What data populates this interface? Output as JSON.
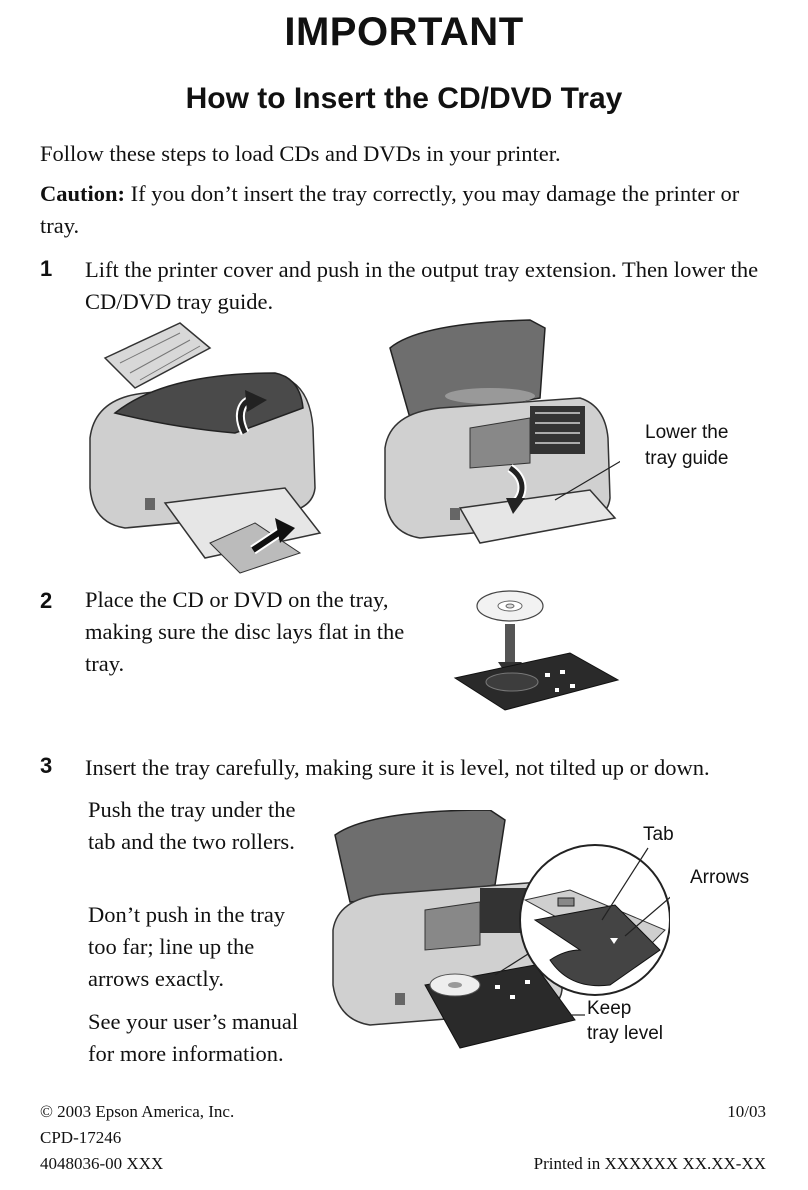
{
  "header": {
    "title": "IMPORTANT",
    "subtitle": "How to Insert the CD/DVD Tray"
  },
  "intro": "Follow these steps to load CDs and DVDs in your printer.",
  "caution": {
    "label": "Caution:",
    "text": " If you don’t insert the tray correctly, you may damage the printer or tray."
  },
  "steps": [
    {
      "number": "1",
      "text": "Lift the printer cover and push in the output tray extension. Then lower the CD/DVD tray guide."
    },
    {
      "number": "2",
      "text": "Place the CD or DVD on the tray, making sure the disc lays flat in the tray."
    },
    {
      "number": "3",
      "text": "Insert the tray carefully, making sure it is level, not tilted up or down."
    }
  ],
  "step3_notes": [
    "Push the tray under the tab and the two rollers.",
    "Don’t push in the tray too far; line up the arrows exactly.",
    "See your user’s manual for more information."
  ],
  "callouts": {
    "tray_guide_1": "Lower the",
    "tray_guide_2": "tray guide",
    "tab": "Tab",
    "arrows": "Arrows",
    "keep_1": "Keep",
    "keep_2": "tray level"
  },
  "footer": {
    "copyright": "© 2003 Epson America, Inc.",
    "code": "CPD-17246",
    "part": "4048036-00 XXX",
    "date": "10/03",
    "printed": "Printed in XXXXXX XX.XX-XX"
  }
}
